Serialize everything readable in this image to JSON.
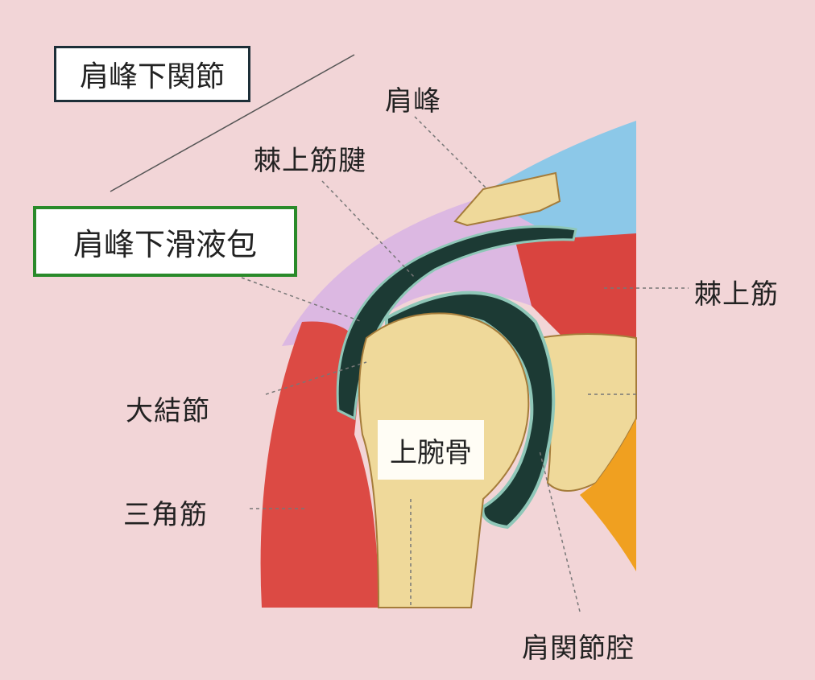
{
  "labels": {
    "subacromial_joint": "肩峰下関節",
    "acromion": "肩峰",
    "supraspinatus_tendon": "棘上筋腱",
    "subacromial_bursa": "肩峰下滑液包",
    "supraspinatus": "棘上筋",
    "greater_tubercle": "大結節",
    "humerus": "上腕骨",
    "deltoid": "三角筋",
    "glenohumeral_cavity": "肩関節腔"
  },
  "colors": {
    "background": "#f2d5d7",
    "bone": "#f0dc9c",
    "muscle": "#d9443f",
    "bursa": "#1c3a34",
    "tendon": "#d9b6e0",
    "blue_muscle": "#8cc8e8",
    "highlight_box": "#2a8a2a"
  }
}
